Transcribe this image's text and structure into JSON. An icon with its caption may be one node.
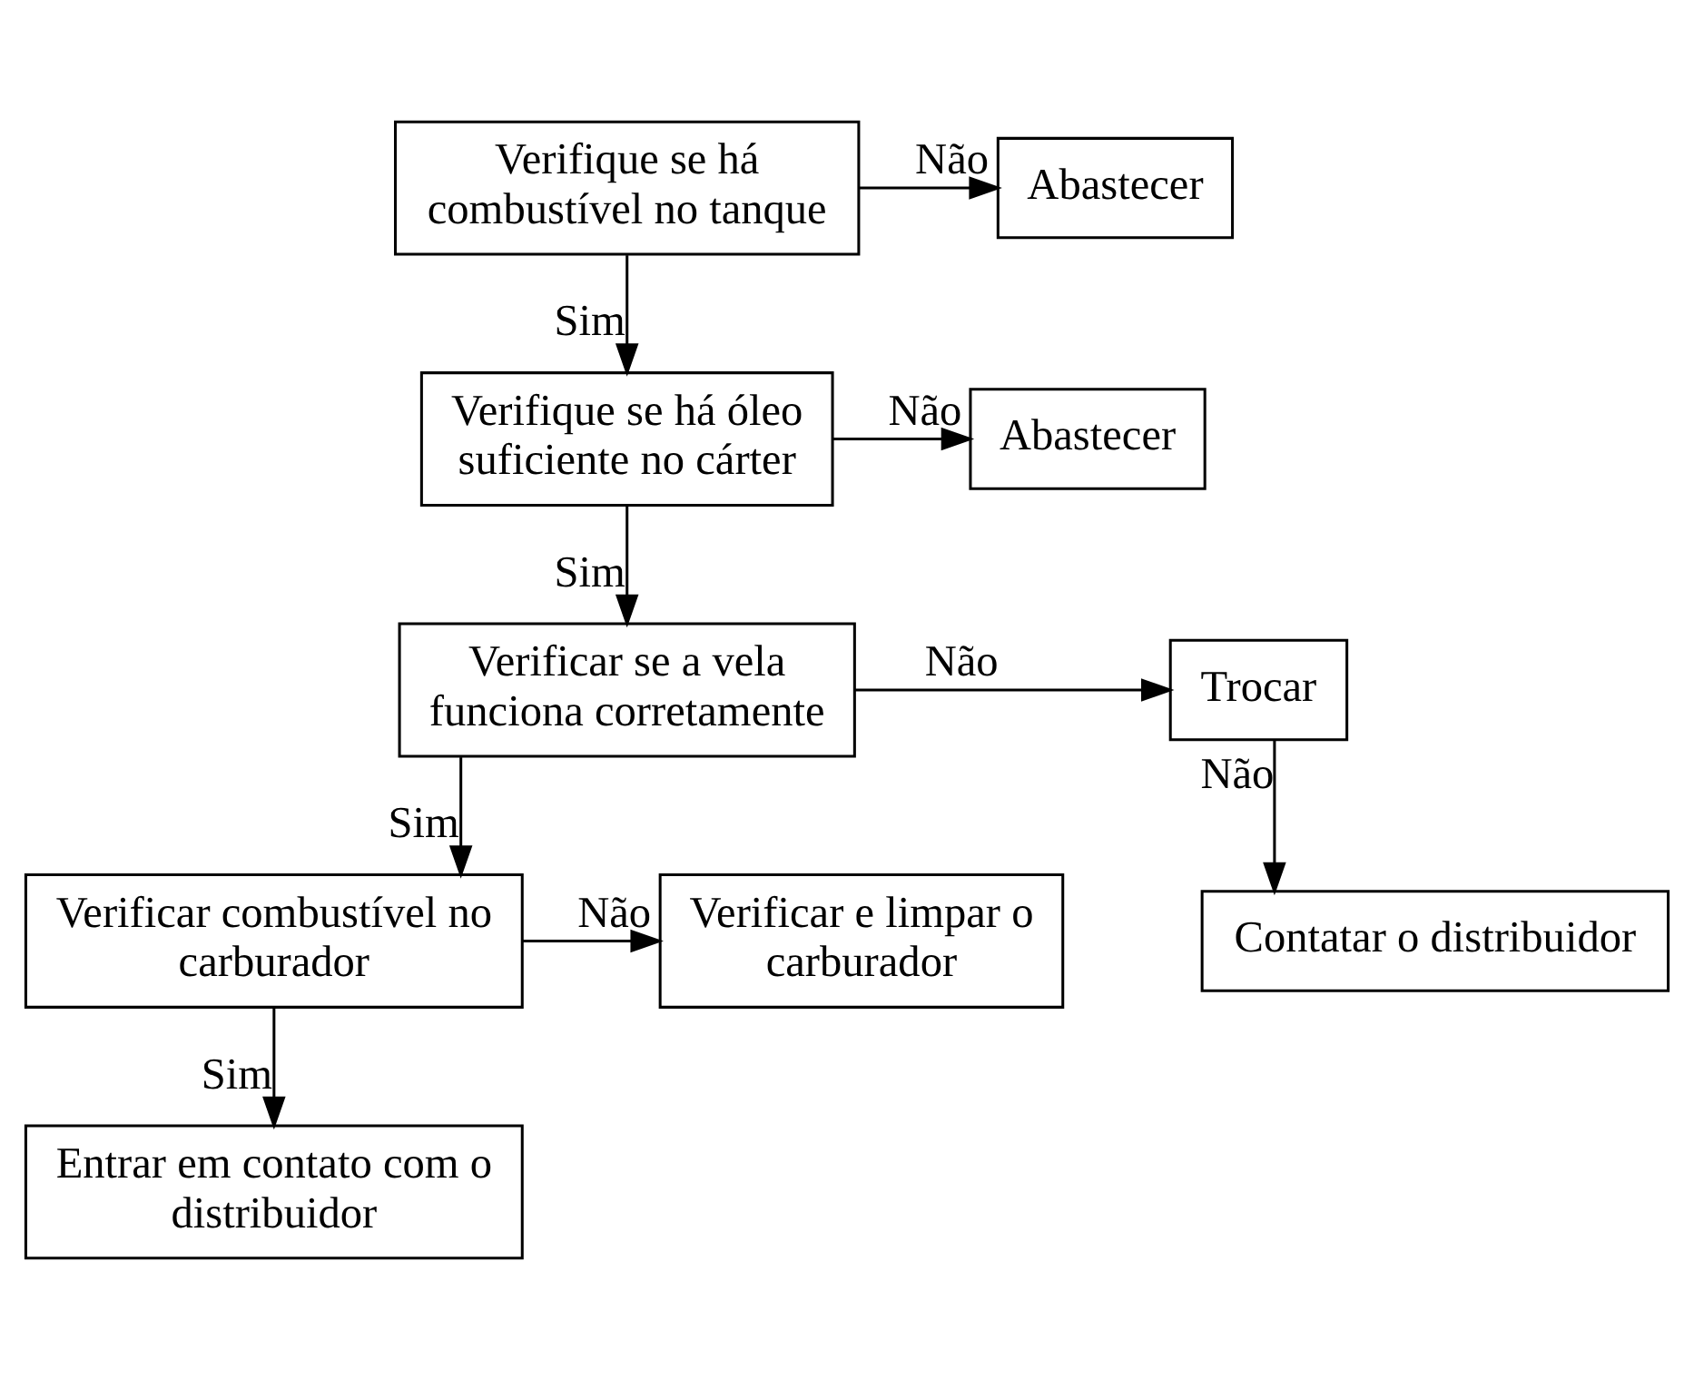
{
  "diagram": {
    "nodes": [
      {
        "text": [
          "Verifique se há combustível no tanque"
        ]
      },
      {
        "text": [
          "Abastecer"
        ]
      },
      {
        "text": [
          "Verifique se há óleo suficiente no cárter"
        ]
      },
      {
        "text": [
          "Abastecer"
        ]
      },
      {
        "text": [
          "Verificar se a vela funciona corretamente"
        ]
      },
      {
        "text": [
          "Trocar"
        ]
      },
      {
        "text": [
          "Contatar o distribuidor"
        ]
      },
      {
        "text": [
          "Verificar combustível no carburador"
        ]
      },
      {
        "text": [
          "Verificar e limpar o carburador"
        ]
      },
      {
        "text": [
          "Entrar em contato com o distribuidor"
        ]
      }
    ],
    "edges": [
      {
        "from": 0,
        "to": 1,
        "arrow": "to",
        "label": "Não"
      },
      {
        "from": 0,
        "to": 2,
        "arrow": "to",
        "label": "Sim"
      },
      {
        "from": 2,
        "to": 3,
        "arrow": "to",
        "label": "Não"
      },
      {
        "from": 2,
        "to": 4,
        "arrow": "to",
        "label": "Sim"
      },
      {
        "from": 4,
        "to": 5,
        "arrow": "to",
        "label": "Não"
      },
      {
        "from": 5,
        "to": 6,
        "arrow": "to",
        "label": "Não"
      },
      {
        "from": 4,
        "to": 7,
        "arrow": "to",
        "label": "Sim"
      },
      {
        "from": 7,
        "to": 8,
        "arrow": "to",
        "label": "Não"
      },
      {
        "from": 7,
        "to": 9,
        "arrow": "to",
        "label": "Sim"
      }
    ]
  }
}
